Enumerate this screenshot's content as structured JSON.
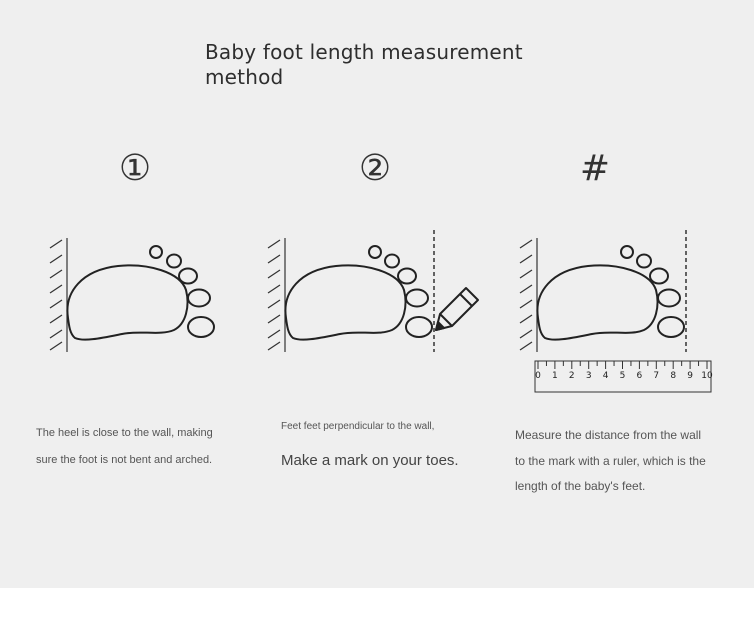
{
  "title": "Baby foot length measurement method",
  "steps": [
    {
      "number": "①",
      "text_lines": [
        "The heel is close to the wall, making",
        "sure the foot is not bent and arched."
      ]
    },
    {
      "number": "②",
      "caption": "Feet feet perpendicular to the wall,",
      "text": "Make a mark on your toes."
    },
    {
      "number": "#",
      "text_lines": [
        "Measure the distance from the wall",
        "to the mark with a ruler, which is the",
        "length of the baby's feet."
      ]
    }
  ],
  "ruler": {
    "labels": [
      "0",
      "1",
      "2",
      "3",
      "4",
      "5",
      "6",
      "7",
      "8",
      "9",
      "10"
    ]
  },
  "icons": [
    "wall-hatch-icon",
    "footprint-icon",
    "pencil-icon",
    "ruler-icon"
  ],
  "colors": {
    "background": "#efefef",
    "line": "#222222",
    "text": "#555555"
  }
}
